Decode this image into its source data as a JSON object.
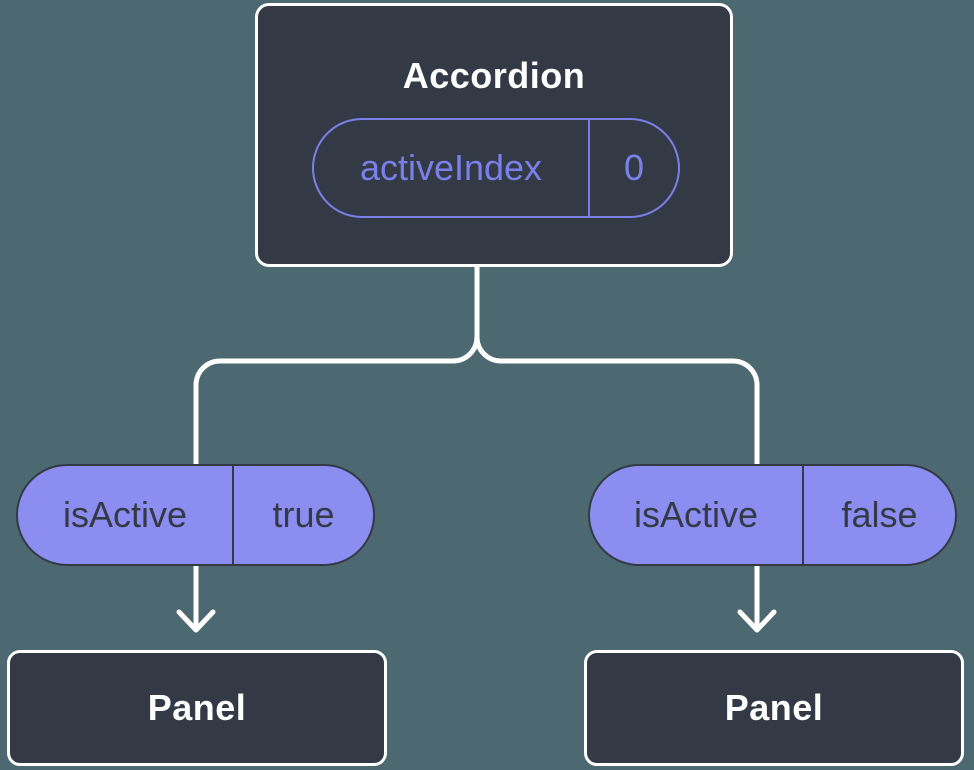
{
  "diagram": {
    "root": {
      "label": "Accordion",
      "state": {
        "name": "activeIndex",
        "value": "0"
      }
    },
    "children": [
      {
        "prop": {
          "name": "isActive",
          "value": "true"
        },
        "node_label": "Panel"
      },
      {
        "prop": {
          "name": "isActive",
          "value": "false"
        },
        "node_label": "Panel"
      }
    ],
    "colors": {
      "background": "#4C6870",
      "node_fill": "#333A45",
      "node_border": "#FFFFFF",
      "pill_fill": "#8B8DF0",
      "pill_outline": "#7A80E9",
      "connector": "#FFFFFF"
    }
  }
}
